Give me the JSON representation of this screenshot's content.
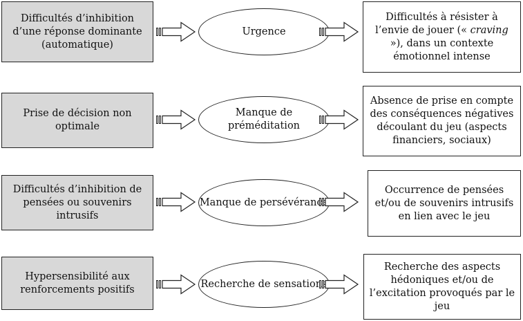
{
  "rows": [
    {
      "cause": "Difficultés d’inhibition d’une réponse dominante (automatique)",
      "facet": "Urgence",
      "effect_before": "Difficultés à résister à l’envie de jouer (« ",
      "effect_em": "craving",
      "effect_after": " »), dans un contexte émotionnel intense"
    },
    {
      "cause": "Prise de décision non optimale",
      "facet": "Manque de préméditation",
      "effect_before": "Absence de prise en compte des conséquences négatives découlant du jeu (aspects financiers, sociaux)",
      "effect_em": "",
      "effect_after": ""
    },
    {
      "cause": "Difficultés d’inhibition de pensées ou souvenirs intrusifs",
      "facet": "Manque de persévérance",
      "effect_before": "Occurrence de pensées et/ou de souvenirs intrusifs en lien avec le jeu",
      "effect_em": "",
      "effect_after": ""
    },
    {
      "cause": "Hypersensibilité aux renforcements positifs",
      "facet": "Recherche de sensations",
      "effect_before": "Recherche des aspects hédoniques et/ou de l’excitation provoqués par le jeu",
      "effect_em": "",
      "effect_after": ""
    }
  ],
  "icons": {
    "connector": "double-shaft-right-arrow"
  }
}
